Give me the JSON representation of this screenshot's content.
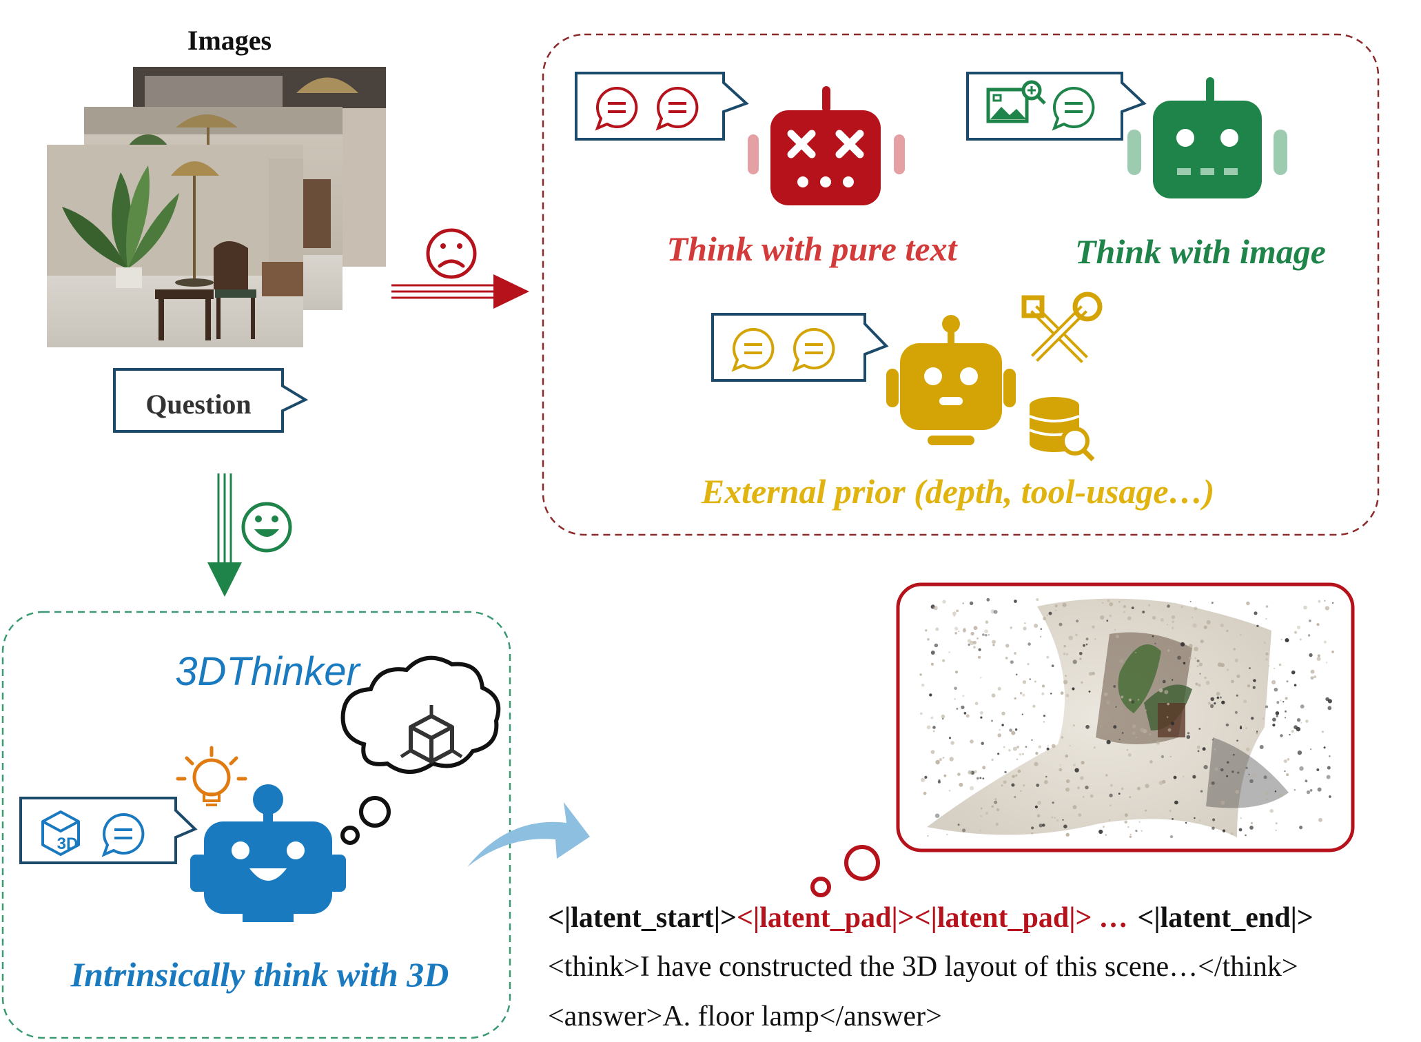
{
  "input": {
    "images_title": "Images",
    "question_label": "Question"
  },
  "baselines": {
    "pure_text_label": "Think with pure text",
    "image_label": "Think with image",
    "external_label": "External prior (depth, tool-usage…)"
  },
  "method": {
    "name": "3DThinker",
    "caption": "Intrinsically think with 3D",
    "badge_3d": "3D"
  },
  "output": {
    "latent_start": "<|latent_start|>",
    "latent_pad_1": "<|latent_pad|>",
    "latent_pad_2": "<|latent_pad|>",
    "latent_ellipsis": "…",
    "latent_end": "<|latent_end|>",
    "think_line": "<think>I have constructed the 3D layout of this scene…</think>",
    "answer_line": "<answer>A. floor lamp</answer>"
  },
  "colors": {
    "red": "#b5121b",
    "green": "#1e8449",
    "gold": "#d4a406",
    "blue": "#1a7ac0",
    "navy": "#1b4a6b",
    "dashed_red": "#8b2a2a",
    "dashed_green": "#3a9a72",
    "bulb": "#e07b12",
    "arrow_blue": "#8cbfe0"
  }
}
